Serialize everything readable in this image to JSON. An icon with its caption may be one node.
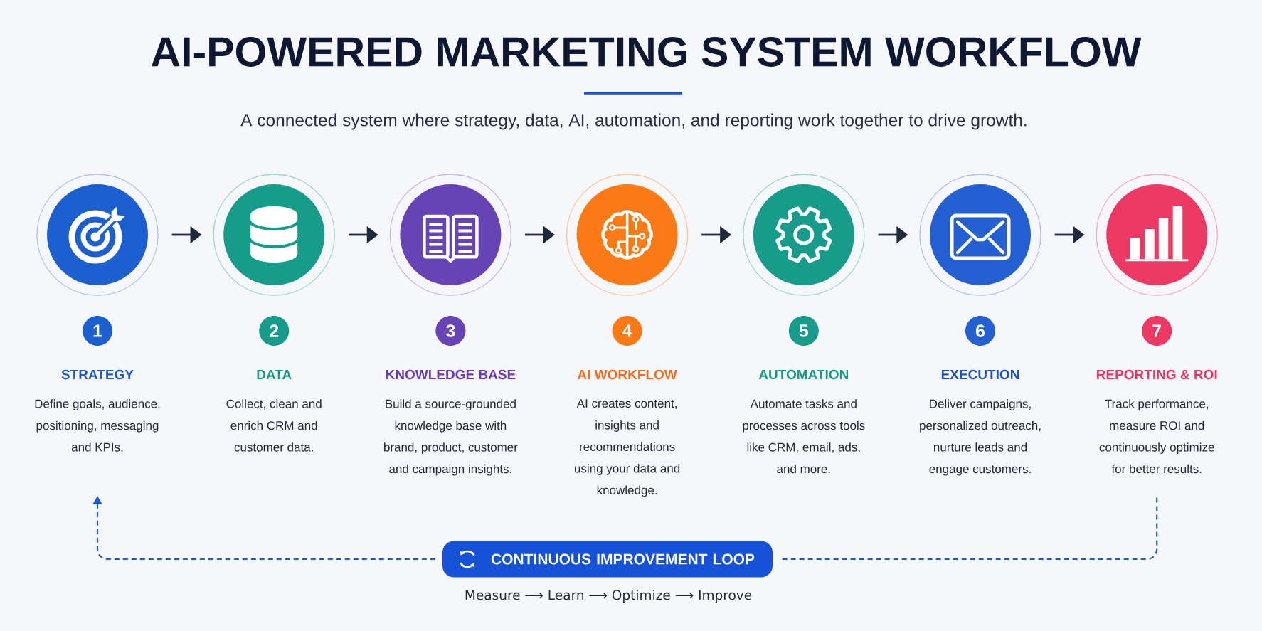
{
  "diagram": {
    "title": "AI-POWERED MARKETING SYSTEM WORKFLOW",
    "nodes": [
      {
        "text": [],
        "shape": "circle"
      },
      {
        "text": [],
        "shape": "circle"
      },
      {
        "text": [],
        "shape": "circle"
      },
      {
        "text": [],
        "shape": "circle"
      },
      {
        "text": [],
        "shape": "circle"
      },
      {
        "text": [],
        "shape": "circle"
      },
      {
        "text": [],
        "shape": "circle"
      },
      {
        "text": [
          "1"
        ]
      },
      {
        "text": [
          "2"
        ]
      },
      {
        "text": [
          "3"
        ]
      },
      {
        "text": [
          "4"
        ]
      },
      {
        "text": [
          "5"
        ]
      },
      {
        "text": [
          "6"
        ]
      },
      {
        "text": [
          "7"
        ]
      },
      {
        "text": [
          "STRATEGY",
          "Define goals, audience, positioning, messaging and KPIs."
        ]
      },
      {
        "text": [
          "DATA",
          "Collect, clean and enrich CRM and customer data."
        ]
      },
      {
        "text": [
          "KNOWLEDGE BASE",
          "Build a source-grounded knowledge base with brand, product, customer and campaign insights."
        ]
      },
      {
        "text": [
          "AI WORKFLOW",
          "AI creates content, insights and recommendations using your data and knowledge."
        ]
      },
      {
        "text": [
          "AUTOMATION",
          "Automate tasks and processes across tools like CRM, email, ads, and more."
        ]
      },
      {
        "text": [
          "EXECUTION",
          "Deliver campaigns, personalized outreach, nurture leads and engage customers."
        ]
      },
      {
        "text": [
          "REPORTING & ROI",
          "Track performance, measure ROI and continuously optimize for better results."
        ]
      },
      {
        "text": [
          "CONTINUOUS IMPROVEMENT LOOP"
        ]
      }
    ],
    "edges": [
      {
        "from": 0,
        "to": 1,
        "arrow": "to"
      },
      {
        "from": 1,
        "to": 2,
        "arrow": "to"
      },
      {
        "from": 2,
        "to": 3,
        "arrow": "to"
      },
      {
        "from": 3,
        "to": 4,
        "arrow": "to"
      },
      {
        "from": 4,
        "to": 5,
        "arrow": "to"
      },
      {
        "from": 5,
        "to": 6,
        "arrow": "to"
      },
      {
        "from": 20,
        "to": 21,
        "arrow": "none",
        "style": "dashed",
        "color": "#1f56d6"
      },
      {
        "from": 21,
        "to": 14,
        "arrow": "to",
        "style": "dashed",
        "color": "#1f56d6"
      }
    ],
    "labels": [
      "A connected system where strategy, data, AI, automation, and reporting work together to drive growth.",
      "Measure ⟶ Learn ⟶ Optimize ⟶ Improve"
    ]
  }
}
